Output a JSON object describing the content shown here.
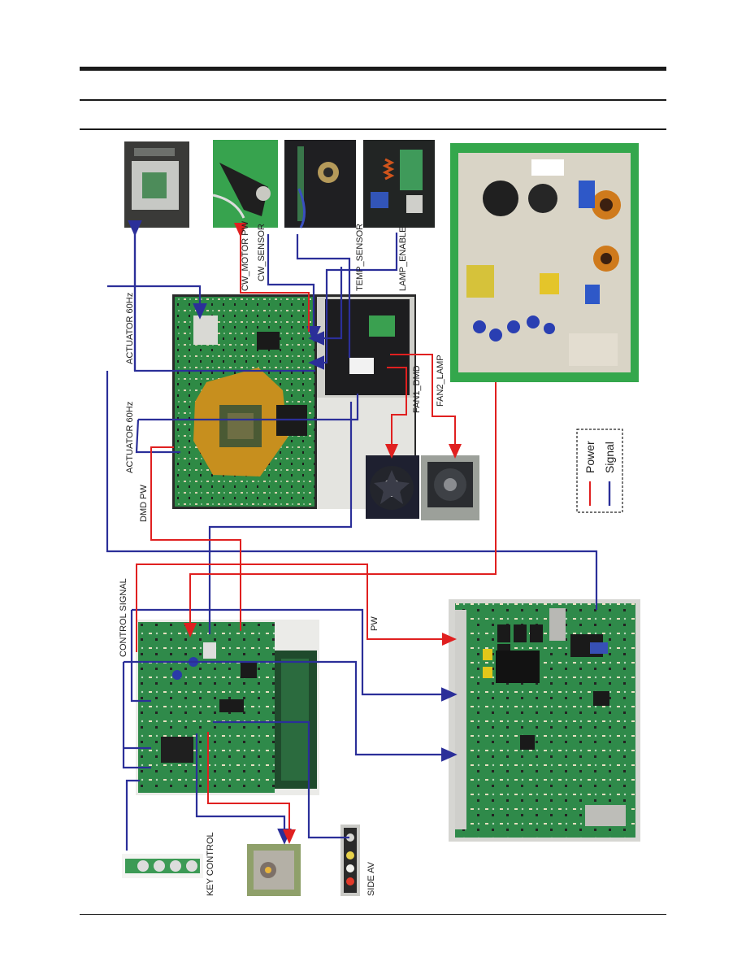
{
  "colors": {
    "power": "#e02020",
    "signal": "#2b2f99",
    "pcb_green": "#2e8a45",
    "photo_dark": "#26302c",
    "rule": "#1a1a1a"
  },
  "labels": {
    "actuator_top": "ACTUATOR 60Hz",
    "actuator_mid": "ACTUATOR 60Hz",
    "cw_motor_pw": "CW_MOTOR PW",
    "cw_sensor": "CW_SENSOR",
    "temp_sensor": "TEMP_SENSOR",
    "lamp_enable": "LAMP_ENABLE",
    "fan1_dmd": "FAN1_DMD",
    "fan2_lamp": "FAN2_LAMP",
    "dmd_pw": "DMD PW",
    "control_signal": "CONTROL SIGNAL",
    "pw": "PW",
    "key_control": "KEY CONTROL",
    "side_av": "SIDE AV"
  },
  "legend": {
    "power": "Power",
    "signal": "Signal"
  },
  "components": [
    {
      "id": "actuator",
      "icon": "actuator-photo"
    },
    {
      "id": "color-wheel-motor",
      "icon": "color-wheel-photo"
    },
    {
      "id": "color-wheel-sensor",
      "icon": "sensor-photo"
    },
    {
      "id": "lamp-ballast",
      "icon": "lamp-board-photo"
    },
    {
      "id": "smps-board",
      "icon": "power-supply-photo"
    },
    {
      "id": "dmd-board",
      "icon": "dmd-board-photo"
    },
    {
      "id": "fan-dmd",
      "icon": "fan-photo"
    },
    {
      "id": "fan-lamp",
      "icon": "fan-photo"
    },
    {
      "id": "av-board",
      "icon": "av-board-photo"
    },
    {
      "id": "main-board",
      "icon": "main-board-photo"
    },
    {
      "id": "key-control-board",
      "icon": "key-board-photo"
    },
    {
      "id": "ir-speaker",
      "icon": "speaker-photo"
    },
    {
      "id": "side-av-jack",
      "icon": "av-jack-photo"
    }
  ]
}
